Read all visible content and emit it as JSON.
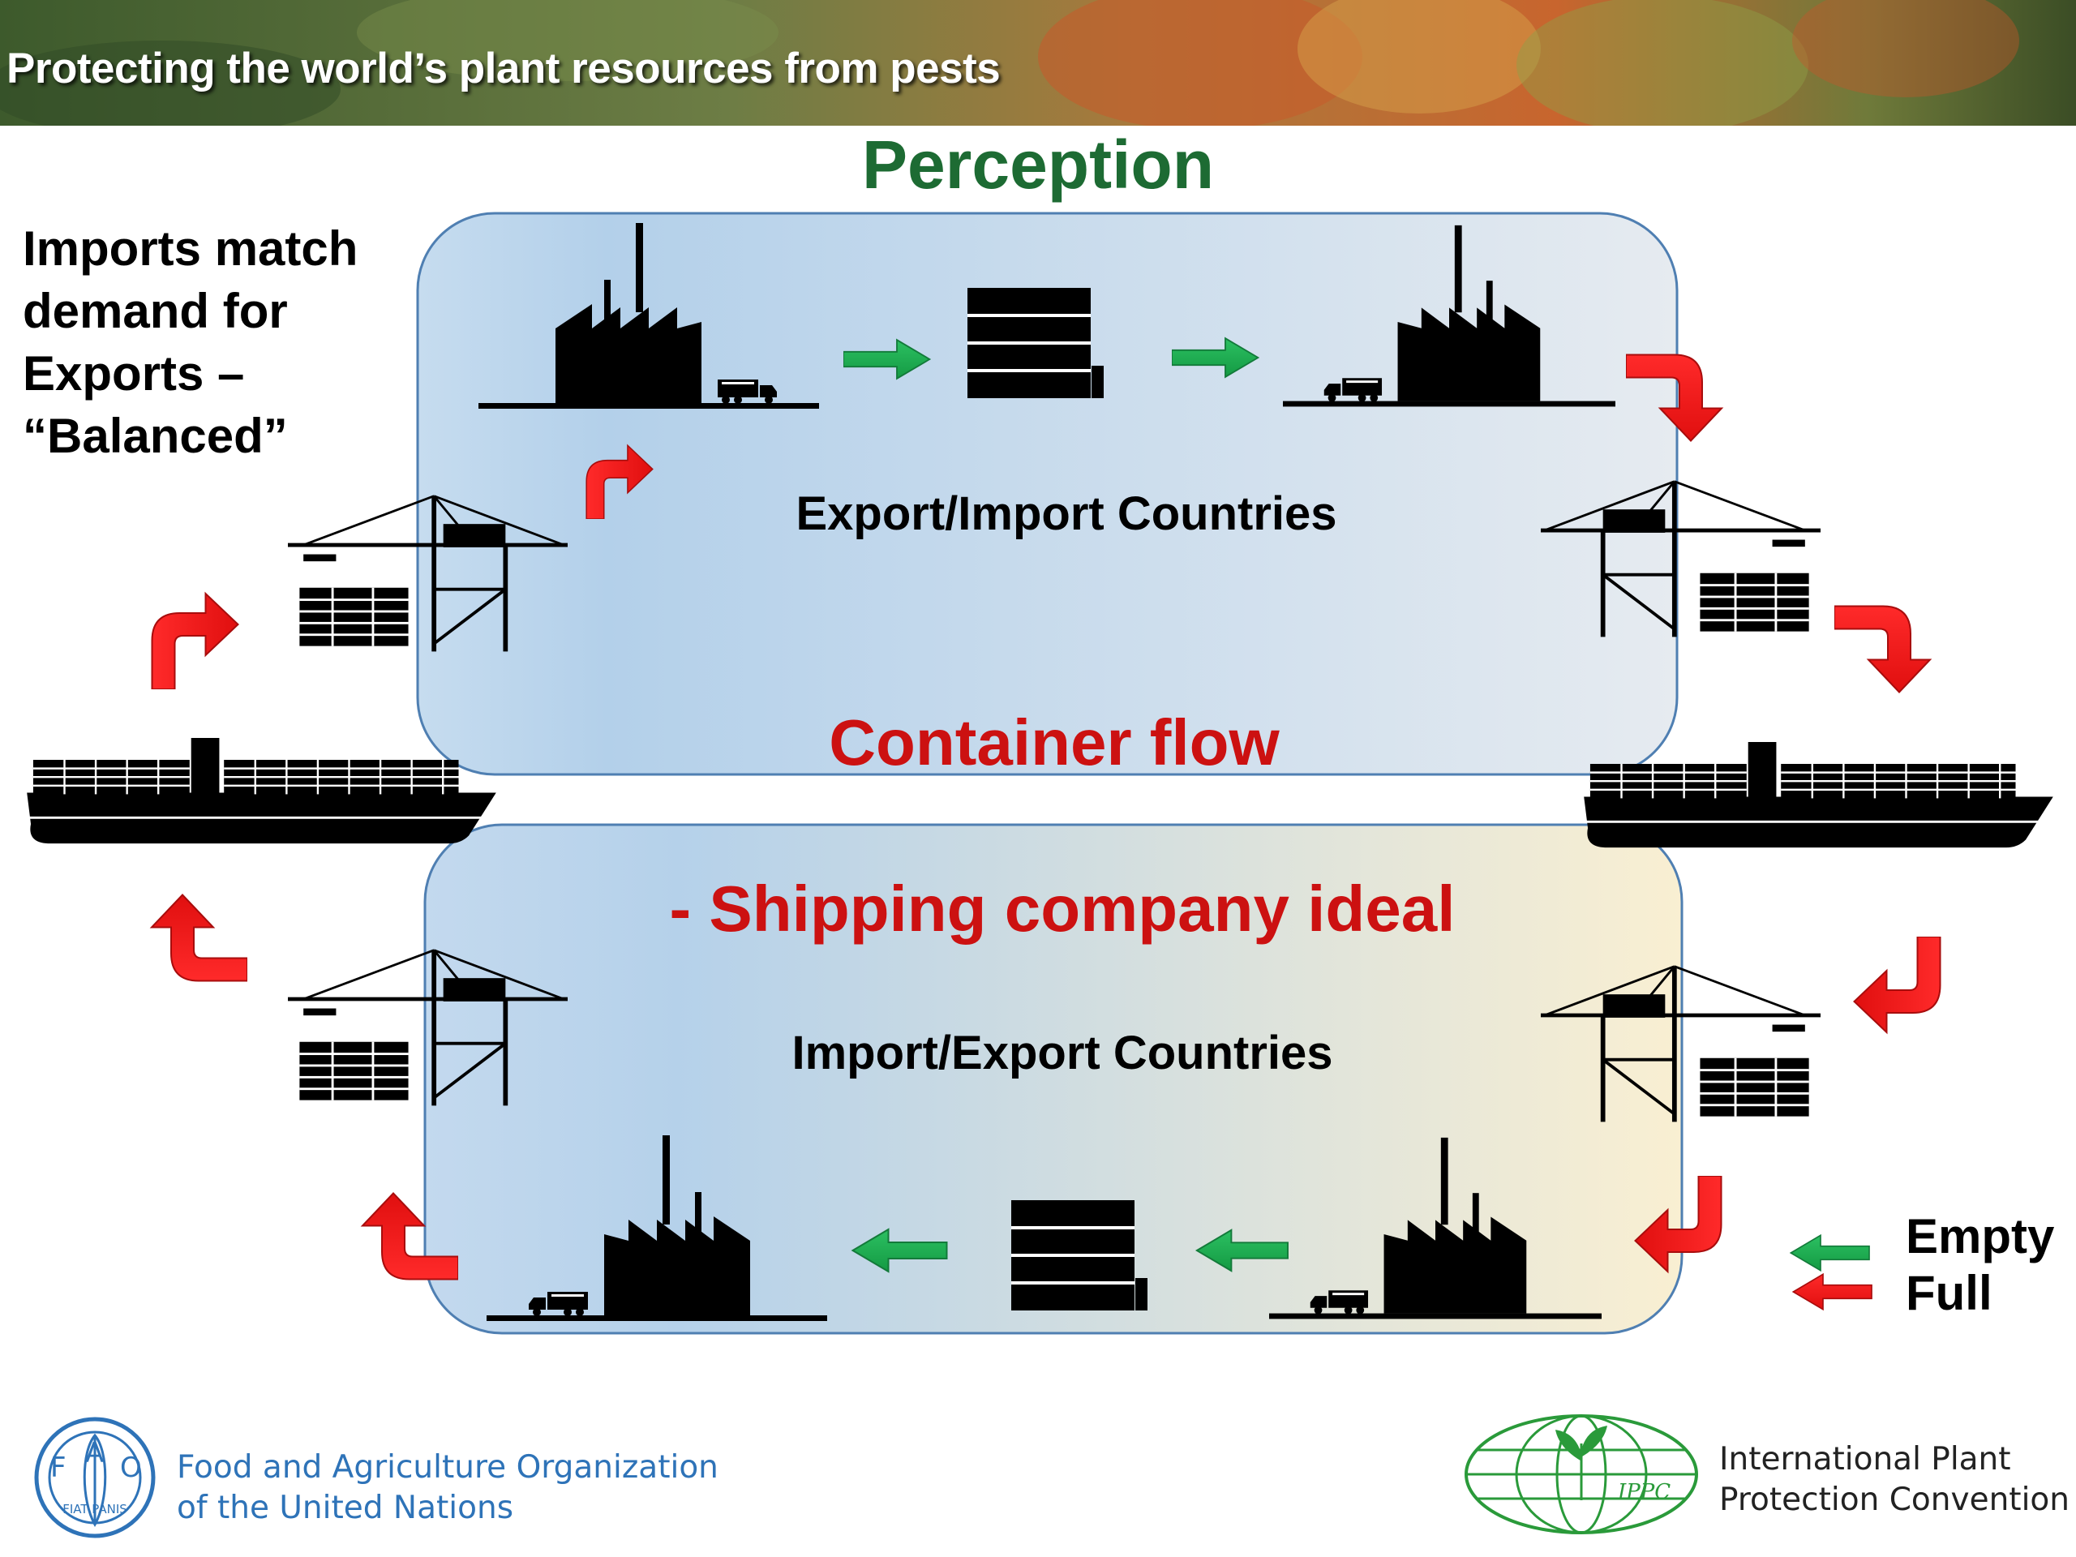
{
  "banner": {
    "title": "Protecting the world’s plant resources from pests"
  },
  "slide": {
    "title": "Perception",
    "balanced_note": [
      "Imports  match",
      "demand for",
      "Exports –",
      "“Balanced”"
    ],
    "export_region_label": "Export/Import Countries",
    "import_region_label": "Import/Export Countries",
    "flow_title": "Container flow",
    "flow_subtitle": "- Shipping company ideal"
  },
  "legend": {
    "empty_label": "Empty",
    "full_label": "Full",
    "empty_color": "#1aa04a",
    "full_color": "#e01b1b"
  },
  "footer": {
    "fao_name": [
      "Food and Agriculture Organization",
      "of the United Nations"
    ],
    "fao_logo_letters": [
      "F",
      "A",
      "O"
    ],
    "fao_motto": "FIAT PANIS",
    "ippc_name": [
      "International Plant",
      "Protection Convention"
    ],
    "ippc_logo_text": "IPPC"
  },
  "icons": [
    "factory-icon",
    "container-stack-icon",
    "port-crane-icon",
    "container-ship-icon",
    "truck-icon",
    "flow-arrow-icon",
    "fao-logo-icon",
    "ippc-logo-icon"
  ]
}
